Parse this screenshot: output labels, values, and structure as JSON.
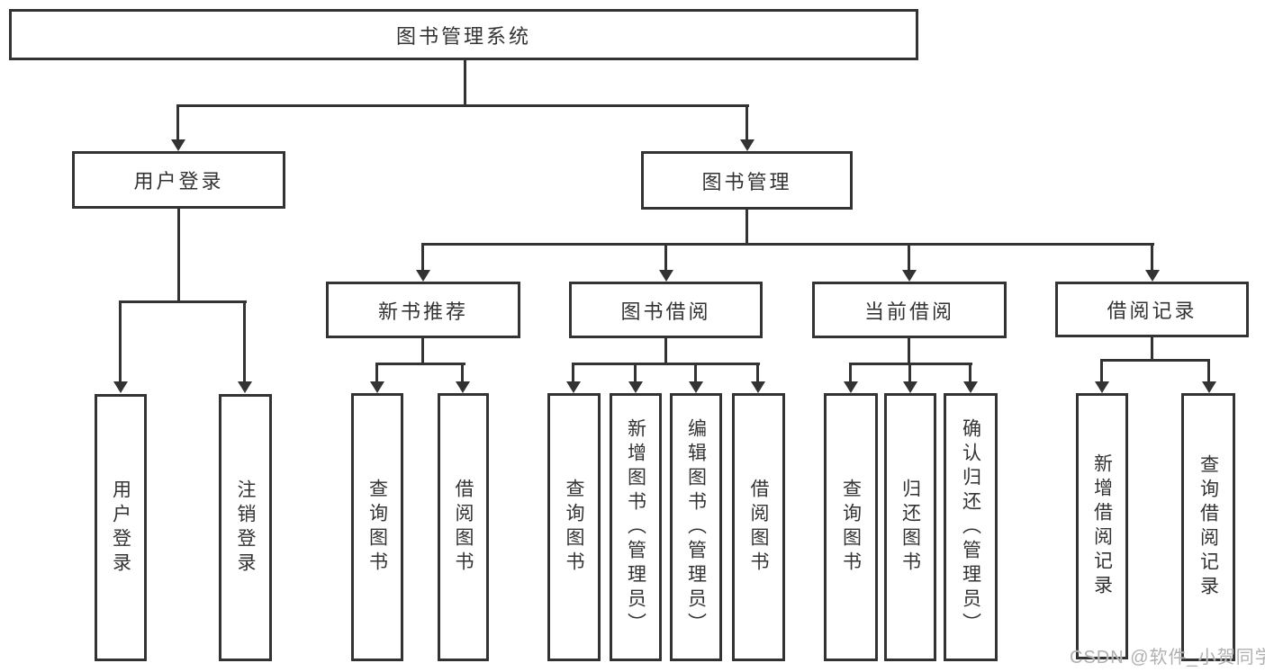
{
  "colors": {
    "line": "#333333",
    "text": "#333333",
    "background": "#ffffff",
    "watermark": "#b0b0b0"
  },
  "watermark": "CSDN @软件_小贺同学",
  "tree": {
    "root": {
      "label": "图书管理系统"
    },
    "l2": [
      {
        "label": "用户登录"
      },
      {
        "label": "图书管理"
      }
    ],
    "l3": [
      {
        "label": "新书推荐"
      },
      {
        "label": "图书借阅"
      },
      {
        "label": "当前借阅"
      },
      {
        "label": "借阅记录"
      }
    ],
    "leaves": {
      "login": [
        {
          "label": "用户登录"
        },
        {
          "label": "注销登录"
        }
      ],
      "newbook": [
        {
          "label": "查询图书"
        },
        {
          "label": "借阅图书"
        }
      ],
      "borrow": [
        {
          "label": "查询图书"
        },
        {
          "label": "新增图书（管理员）"
        },
        {
          "label": "编辑图书（管理员）"
        },
        {
          "label": "借阅图书"
        }
      ],
      "current": [
        {
          "label": "查询图书"
        },
        {
          "label": "归还图书"
        },
        {
          "label": "确认归还（管理员）"
        }
      ],
      "records": [
        {
          "label": "新增借阅记录"
        },
        {
          "label": "查询借阅记录"
        }
      ]
    }
  }
}
